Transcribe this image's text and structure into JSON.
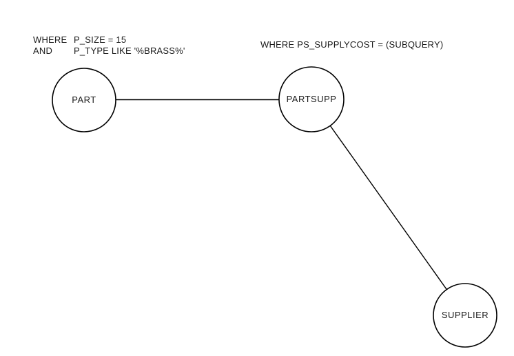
{
  "page": {
    "background_color": "#ffffff",
    "line_color": "#000000",
    "text_color": "#1a1a1a"
  },
  "diagram": {
    "nodes": [
      {
        "id": "part",
        "label": "PART"
      },
      {
        "id": "partsupp",
        "label": "PARTSUPP"
      },
      {
        "id": "supplier",
        "label": "SUPPLIER"
      }
    ],
    "edges": [
      {
        "from": "PART",
        "to": "PARTSUPP"
      },
      {
        "from": "PARTSUPP",
        "to": "SUPPLIER"
      }
    ],
    "annotations": {
      "part_filter": {
        "rows": [
          {
            "keyword": "WHERE",
            "condition": "P_SIZE = 15"
          },
          {
            "keyword": "AND",
            "condition": "P_TYPE LIKE '%BRASS%'"
          }
        ]
      },
      "partsupp_filter": {
        "text": "WHERE PS_SUPPLYCOST = (SUBQUERY)"
      }
    }
  }
}
